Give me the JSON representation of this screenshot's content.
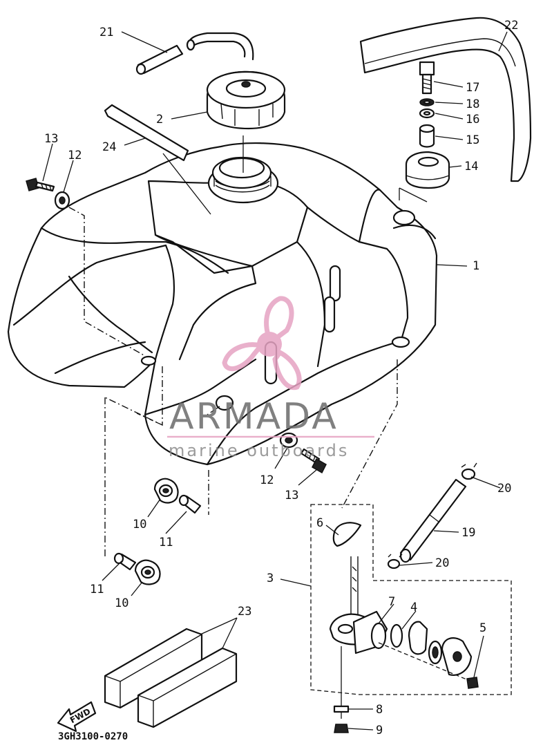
{
  "diagram_code": "3GH3100-0270",
  "fwd_label": "FWD",
  "watermark": {
    "brand": "ARMADA",
    "tagline": "marine outboards",
    "accent_color": "#e6a3c3",
    "text_color": "#6a6a6a"
  },
  "callouts": {
    "p1": "1",
    "p2": "2",
    "p3": "3",
    "p4": "4",
    "p5": "5",
    "p6": "6",
    "p7": "7",
    "p8": "8",
    "p9": "9",
    "p10a": "10",
    "p10b": "10",
    "p11a": "11",
    "p11b": "11",
    "p12a": "12",
    "p12b": "12",
    "p13a": "13",
    "p13b": "13",
    "p14": "14",
    "p15": "15",
    "p16": "16",
    "p17": "17",
    "p18": "18",
    "p19": "19",
    "p20a": "20",
    "p20b": "20",
    "p21": "21",
    "p22": "22",
    "p23": "23",
    "p24": "24"
  }
}
